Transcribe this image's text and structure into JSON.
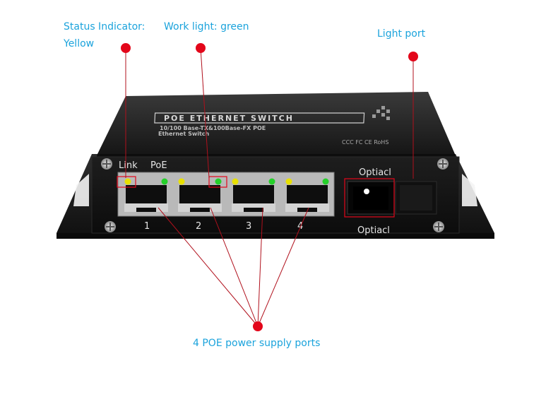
{
  "callouts": {
    "status_indicator_line1": "Status Indicator:",
    "status_indicator_line2": "Yellow",
    "work_light": "Work light: green",
    "light_port": "Light port",
    "poe_ports": "4 POE power supply ports"
  },
  "device": {
    "top_label": "POE ETHERNET SWITCH",
    "subtitle_line1": "10/100 Base-TX&100Base-FX POE",
    "subtitle_line2": "Ethernet Switch",
    "certifications": "CCC FC CE RoHS",
    "link_label": "Link",
    "poe_label": "PoE",
    "optical_label_top": "Optiacl",
    "optical_label_bottom": "Optiacl",
    "port_numbers": [
      "1",
      "2",
      "3",
      "4"
    ]
  },
  "colors": {
    "callout_text": "#1ba3dc",
    "marker": "#e3061a",
    "chassis": "#1c1c1c",
    "led_yellow": "#e8e000",
    "led_green": "#25d02a"
  }
}
